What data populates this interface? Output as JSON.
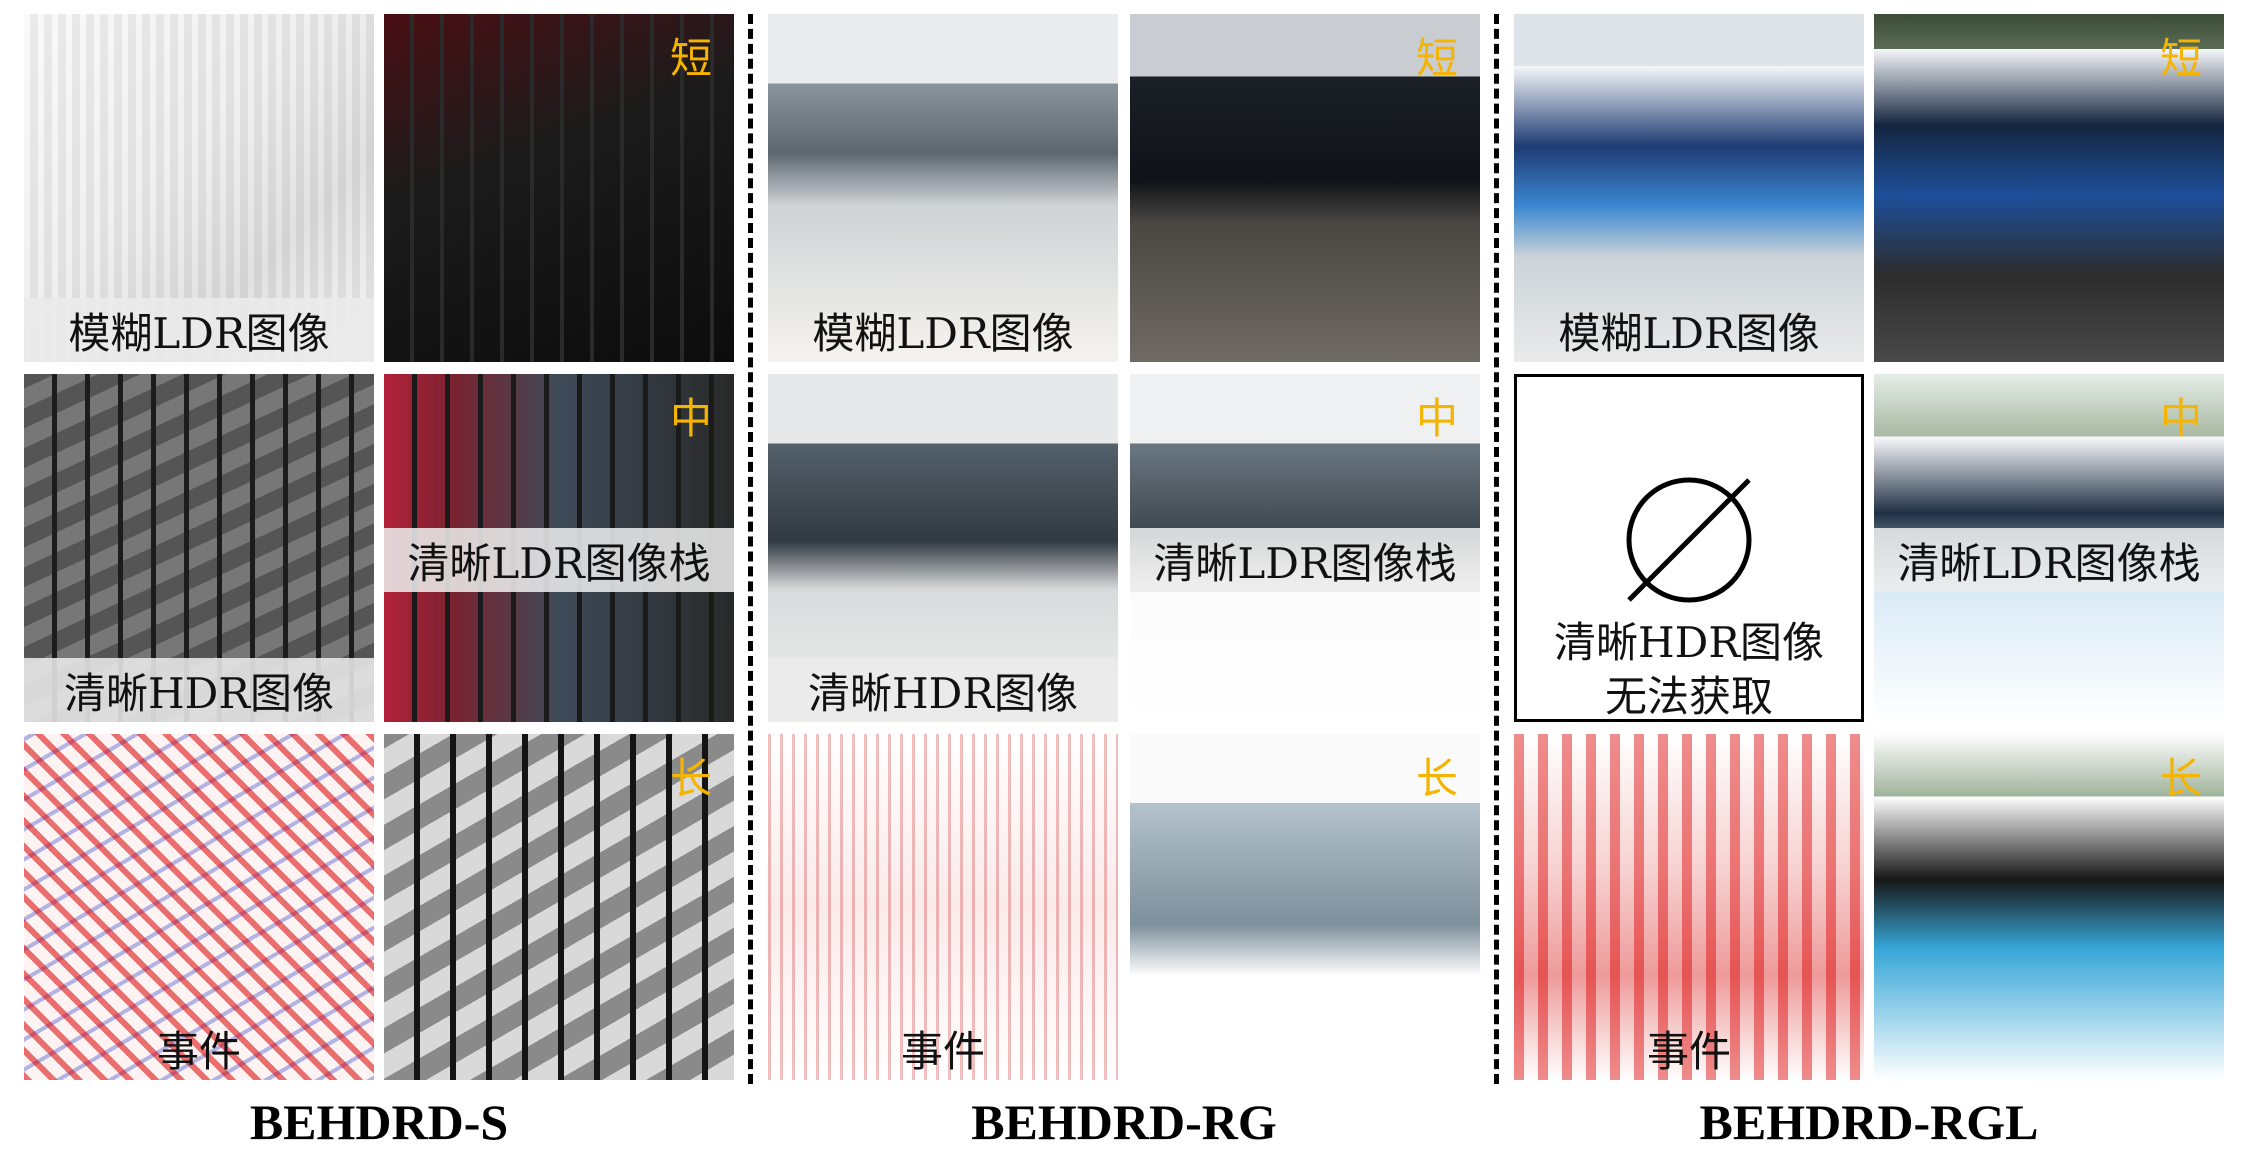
{
  "datasets": [
    {
      "name": "BEHDRD-S",
      "panels": {
        "blurry_ldr": "模糊LDR图像",
        "sharp_hdr": "清晰HDR图像",
        "events": "事件",
        "sharp_ldr_stack": "清晰LDR图像栈",
        "short": "短",
        "mid": "中",
        "long": "长"
      }
    },
    {
      "name": "BEHDRD-RG",
      "panels": {
        "blurry_ldr": "模糊LDR图像",
        "sharp_hdr": "清晰HDR图像",
        "events": "事件",
        "sharp_ldr_stack": "清晰LDR图像栈",
        "short": "短",
        "mid": "中",
        "long": "长"
      }
    },
    {
      "name": "BEHDRD-RGL",
      "panels": {
        "blurry_ldr": "模糊LDR图像",
        "hdr_unavailable_line1": "清晰HDR图像",
        "hdr_unavailable_line2": "无法获取",
        "events": "事件",
        "sharp_ldr_stack": "清晰LDR图像栈",
        "short": "短",
        "mid": "中",
        "long": "长"
      }
    }
  ],
  "colors": {
    "exposure_badge": "#f5b400",
    "divider": "#000000"
  },
  "icons": {
    "empty_set": "empty-set-icon"
  }
}
